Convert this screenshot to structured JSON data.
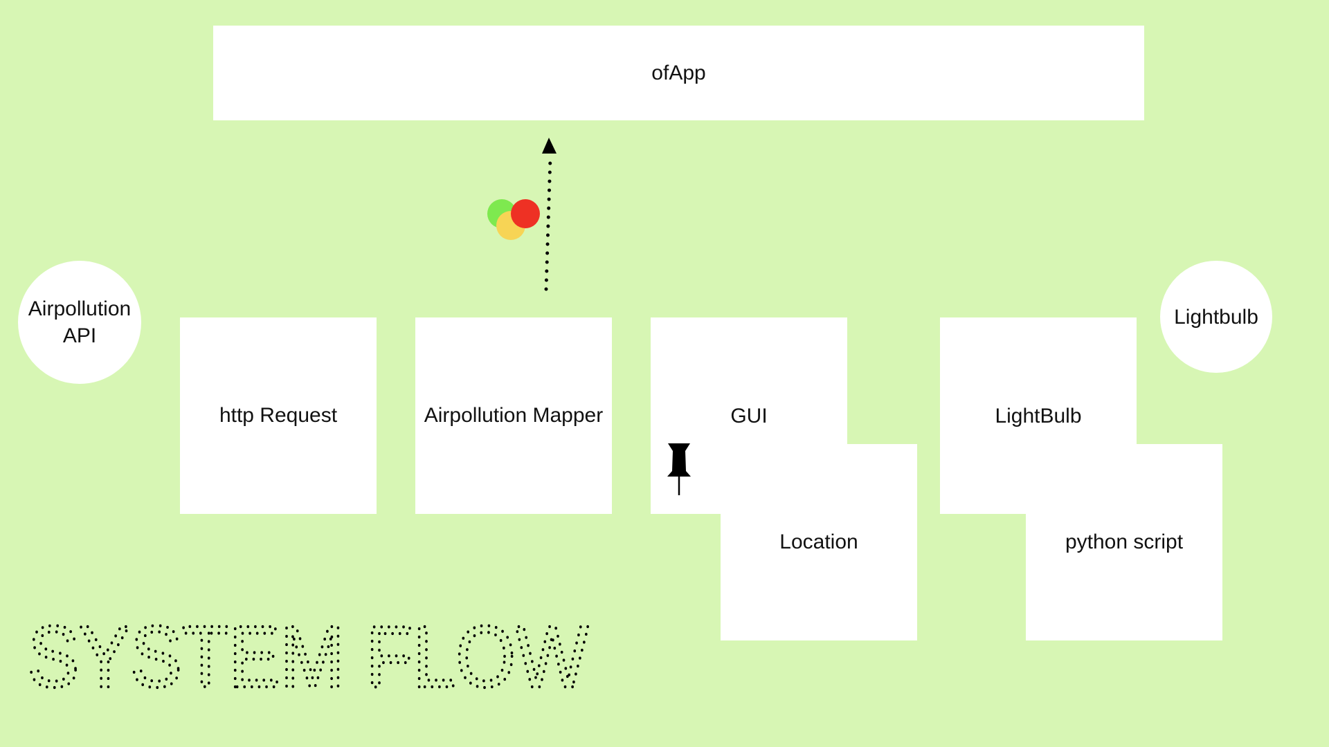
{
  "nodes": {
    "ofapp": "ofApp",
    "http_request": "http Request",
    "airpollution_mapper": "Airpollution Mapper",
    "gui": "GUI",
    "location": "Location",
    "lightbulb_module": "LightBulb",
    "python_script": "python script"
  },
  "external": {
    "api_line1": "Airpollution",
    "api_line2": "API",
    "lightbulb": "Lightbulb"
  },
  "indicator_colors": {
    "green": "#7ee94f",
    "yellow": "#f7d455",
    "red": "#ee3124"
  },
  "icons": {
    "pushpin": "pushpin-icon",
    "arrow": "dotted-arrow-up-icon"
  },
  "title": "SYSTEM FLOW"
}
